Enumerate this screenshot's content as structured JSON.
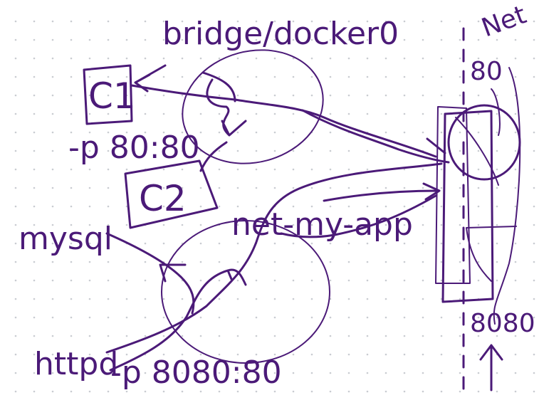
{
  "colors": {
    "ink": "#4b1a78",
    "grid_dot": "#c9ccd1",
    "background": "#ffffff"
  },
  "labels": {
    "bridge": "bridge/docker0",
    "c1": "C1",
    "c2": "C2",
    "port_c1": "-p 80:80",
    "mysql": "mysql",
    "net_my_app": "net-my-app",
    "httpd": "httpd",
    "port_httpd": "-p 8080:80",
    "net": "Net",
    "port_80": "80",
    "port_8080": "8080"
  }
}
